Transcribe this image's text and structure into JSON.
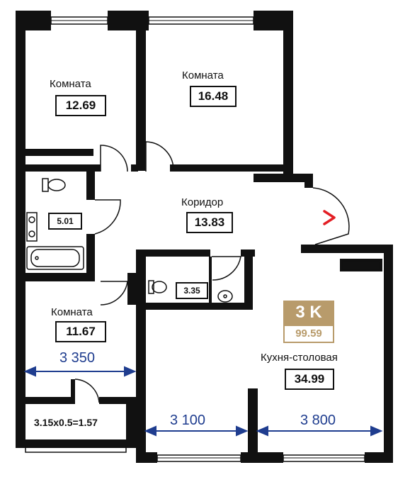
{
  "apartment": {
    "type_label": "3 K",
    "total_area": "99.59",
    "accent_color": "#b89b6b",
    "dimension_color": "#1f3d8f",
    "alert_color": "#e31e24"
  },
  "rooms": {
    "room_top_left": {
      "name": "Комната",
      "area": "12.69"
    },
    "room_top_center": {
      "name": "Комната",
      "area": "16.48"
    },
    "corridor": {
      "name": "Коридор",
      "area": "13.83"
    },
    "bathroom": {
      "area": "5.01"
    },
    "wc": {
      "area": "3.35"
    },
    "room_bottom_left": {
      "name": "Комната",
      "area": "11.67"
    },
    "kitchen": {
      "name": "Кухня-столовая",
      "area": "34.99"
    },
    "balcony": {
      "label": "3.15x0.5=1.57"
    }
  },
  "dimensions": {
    "left_room_width": "3 350",
    "kitchen_left_width": "3 100",
    "kitchen_right_width": "3 800"
  },
  "icons": {
    "entrance": "entrance-arrow-icon",
    "toilet": "toilet-icon",
    "sink": "sink-icon",
    "bathtub": "bathtub-icon"
  }
}
